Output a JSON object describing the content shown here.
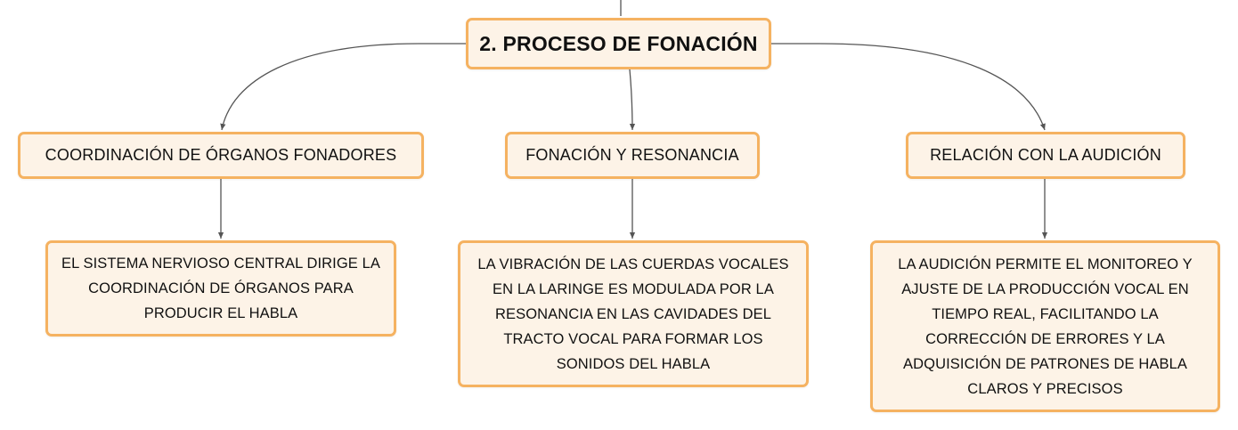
{
  "diagram": {
    "root": {
      "label": "2. PROCESO DE FONACIÓN"
    },
    "branches": [
      {
        "topic": "COORDINACIÓN DE ÓRGANOS FONADORES",
        "detail": "EL SISTEMA NERVIOSO CENTRAL DIRIGE LA COORDINACIÓN DE ÓRGANOS PARA PRODUCIR EL HABLA"
      },
      {
        "topic": "FONACIÓN Y RESONANCIA",
        "detail": "LA VIBRACIÓN DE LAS CUERDAS VOCALES EN LA LARINGE ES MODULADA POR LA RESONANCIA EN LAS CAVIDADES DEL TRACTO VOCAL PARA FORMAR LOS SONIDOS DEL HABLA"
      },
      {
        "topic": "RELACIÓN CON LA AUDICIÓN",
        "detail": "LA AUDICIÓN PERMITE EL MONITOREO Y AJUSTE DE LA PRODUCCIÓN VOCAL EN TIEMPO REAL, FACILITANDO LA CORRECCIÓN DE ERRORES Y LA ADQUISICIÓN DE PATRONES DE HABLA CLAROS Y PRECISOS"
      }
    ],
    "colors": {
      "node_fill": "#fdf3e7",
      "node_border": "#f5b261",
      "connector": "#555555"
    }
  }
}
